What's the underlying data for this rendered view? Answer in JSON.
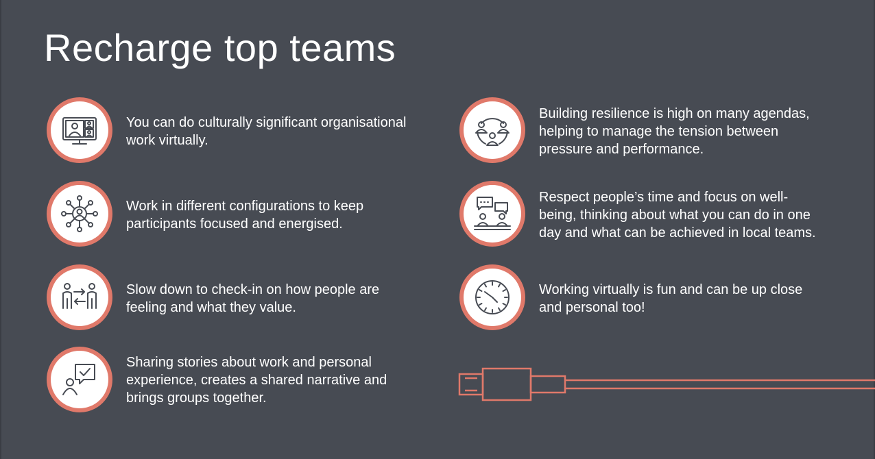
{
  "title": "Recharge top teams",
  "left_items": [
    {
      "icon": "video-call-icon",
      "lines": [
        "You can do culturally significant organisational",
        "work virtually."
      ]
    },
    {
      "icon": "network-person-icon",
      "lines": [
        "Work in different configurations to keep",
        "participants focused and energised."
      ]
    },
    {
      "icon": "exchange-people-icon",
      "lines": [
        "Slow down to check-in on how people are",
        "feeling and what they value."
      ]
    },
    {
      "icon": "speech-check-icon",
      "lines": [
        "Sharing stories about work and personal",
        "experience, creates a shared narrative and",
        "brings groups together."
      ]
    }
  ],
  "right_items": [
    {
      "icon": "team-cycle-icon",
      "lines": [
        "Building resilience is high on many agendas,",
        "helping to manage the tension between",
        "pressure and performance."
      ]
    },
    {
      "icon": "chat-people-icon",
      "lines": [
        "Respect people’s time and focus on well-",
        "being, thinking about what you can do in one",
        "day and what can be achieved in local teams."
      ]
    },
    {
      "icon": "clock-icon",
      "lines": [
        "Working virtually is fun and can be up close",
        "and personal too!"
      ]
    }
  ],
  "colors": {
    "background": "#474b53",
    "accent": "#e0796a",
    "text": "#ffffff",
    "icon_stroke": "#474b53"
  },
  "decoration": "charging-cable-icon"
}
